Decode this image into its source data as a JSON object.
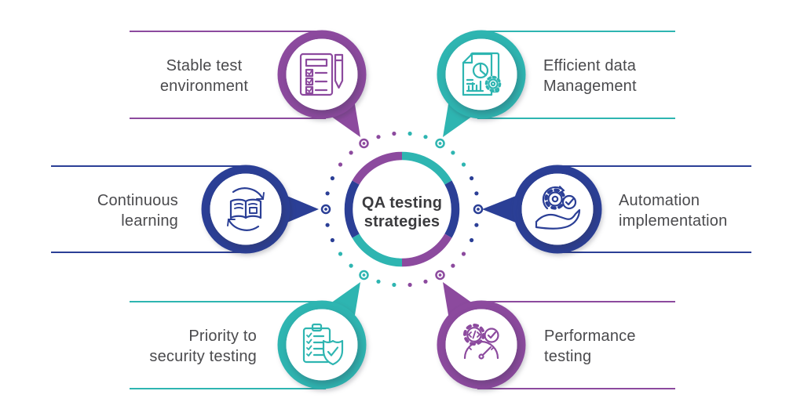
{
  "title": {
    "line1": "QA testing",
    "line2": "strategies"
  },
  "colors": {
    "purple": "#8c4a9e",
    "teal": "#2eb5b1",
    "blue": "#2b3f96",
    "title_text": "#3b3b3e",
    "label_text": "#4a4a4d"
  },
  "items": [
    {
      "id": "stable-test-environment",
      "label_line1": "Stable test",
      "label_line2": "environment",
      "color": "purple",
      "icon": "checklist-pencil-icon",
      "position": "top-left"
    },
    {
      "id": "efficient-data-management",
      "label_line1": "Efficient data",
      "label_line2": "Management",
      "color": "teal",
      "icon": "data-report-gear-icon",
      "position": "top-right"
    },
    {
      "id": "continuous-learning",
      "label_line1": "Continuous",
      "label_line2": "learning",
      "color": "blue",
      "icon": "book-refresh-icon",
      "position": "left"
    },
    {
      "id": "automation-implementation",
      "label_line1": "Automation",
      "label_line2": "implementation",
      "color": "blue",
      "icon": "hand-gear-check-icon",
      "position": "right"
    },
    {
      "id": "priority-security-testing",
      "label_line1": "Priority to",
      "label_line2": "security testing",
      "color": "teal",
      "icon": "clipboard-shield-icon",
      "position": "bottom-left"
    },
    {
      "id": "performance-testing",
      "label_line1": "Performance",
      "label_line2": "testing",
      "color": "purple",
      "icon": "gauge-gear-check-icon",
      "position": "bottom-right"
    }
  ]
}
